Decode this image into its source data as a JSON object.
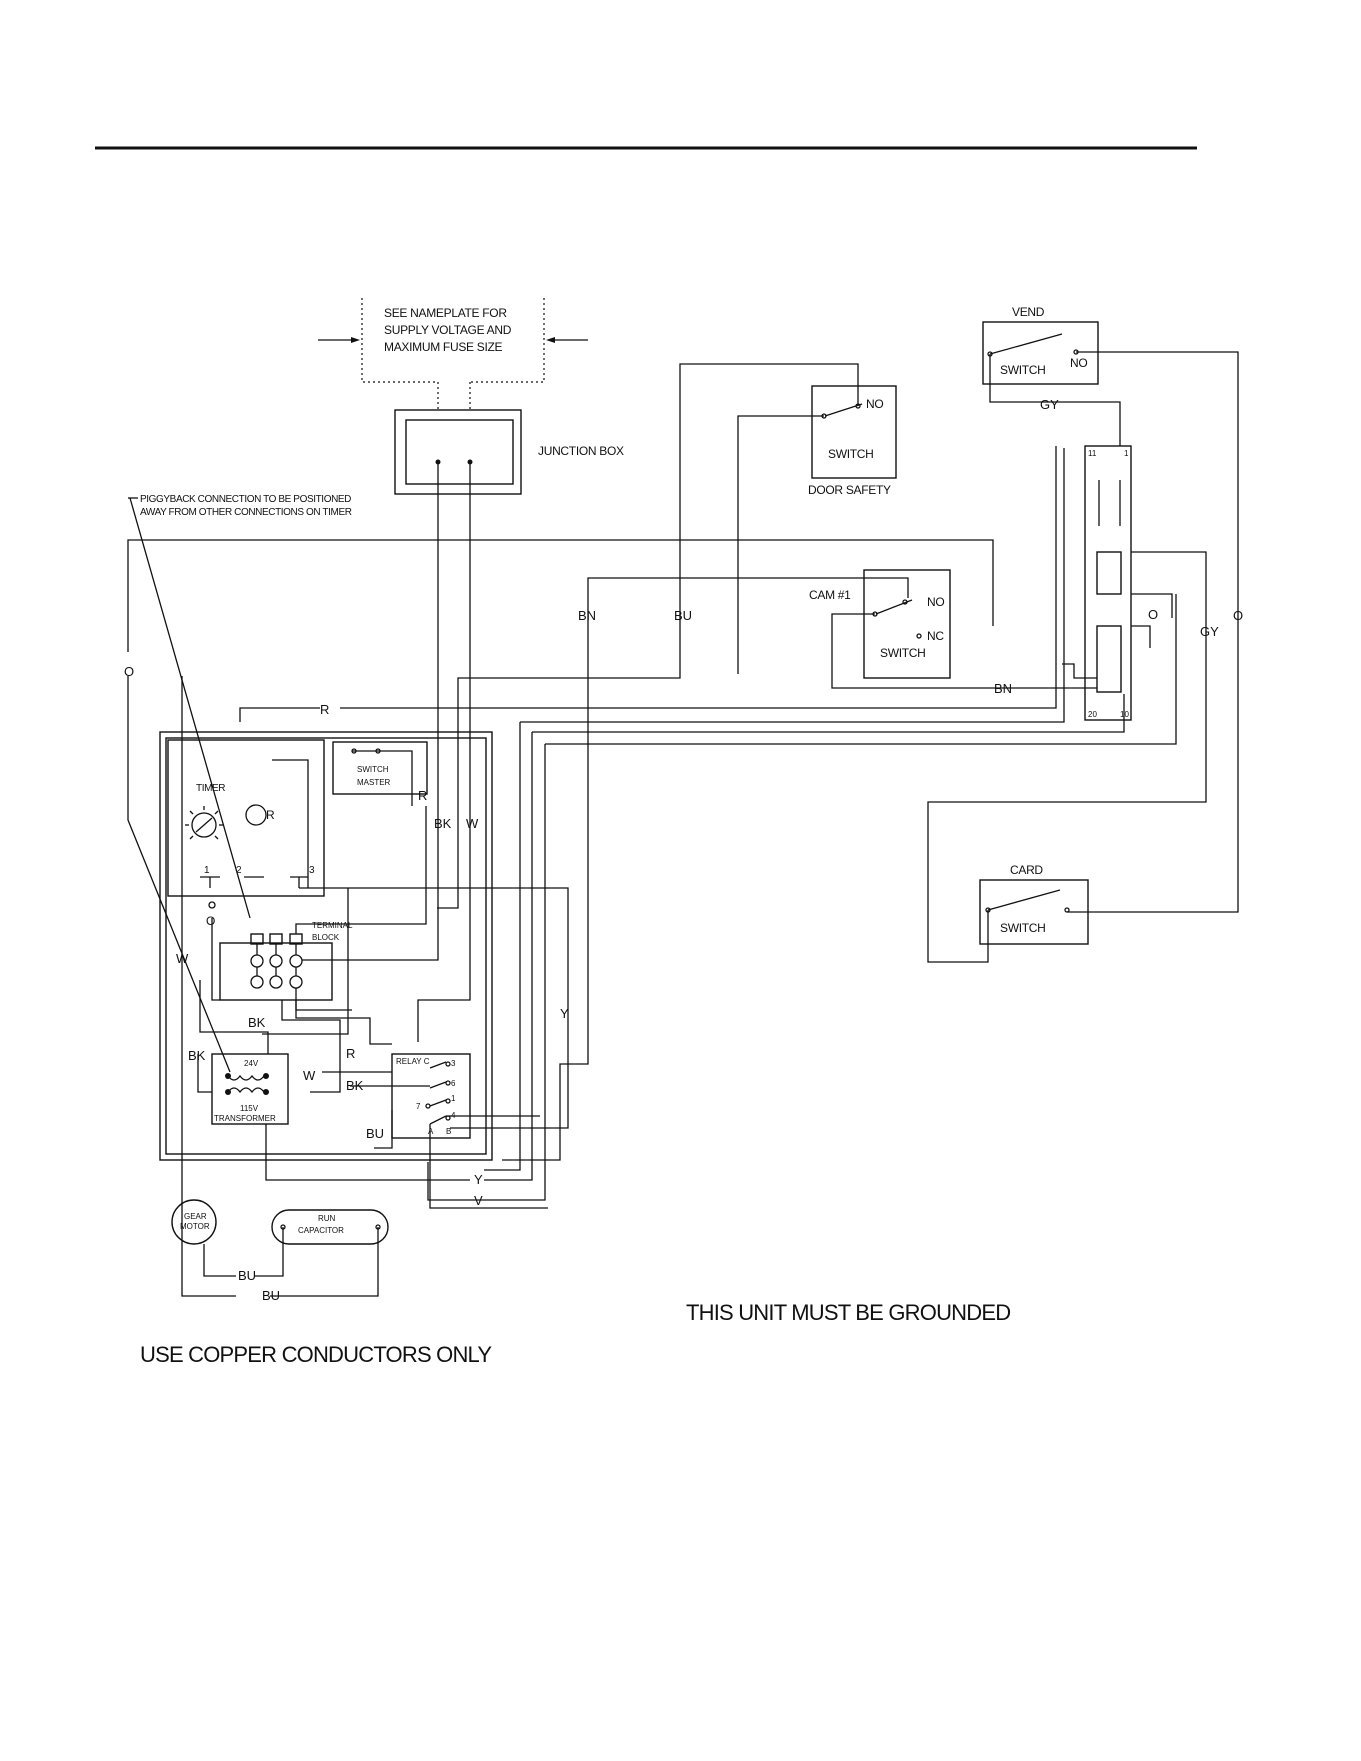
{
  "notes": {
    "nameplate_line1": "SEE NAMEPLATE FOR",
    "nameplate_line2": "SUPPLY VOLTAGE AND",
    "nameplate_line3": "MAXIMUM FUSE SIZE",
    "piggyback_line1": "PIGGYBACK CONNECTION TO BE POSITIONED",
    "piggyback_line2": "AWAY FROM OTHER CONNECTIONS ON TIMER",
    "ground": "THIS UNIT MUST BE GROUNDED",
    "copper": "USE COPPER CONDUCTORS ONLY"
  },
  "components": {
    "junction_box": "JUNCTION BOX",
    "vend_title": "VEND",
    "vend_switch": "SWITCH",
    "vend_no": "NO",
    "door_switch": "SWITCH",
    "door_no": "NO",
    "door_title": "DOOR SAFETY",
    "cam_title": "CAM #1",
    "cam_no": "NO",
    "cam_nc": "NC",
    "cam_switch": "SWITCH",
    "card_title": "CARD",
    "card_switch": "SWITCH",
    "timer": "TIMER",
    "timer_r": "R",
    "timer_t1": "1",
    "timer_t2": "2",
    "timer_t3": "3",
    "master_line1": "SWITCH",
    "master_line2": "MASTER",
    "terminal_line1": "TERMINAL",
    "terminal_line2": "BLOCK",
    "xfmr_24v": "24V",
    "xfmr_115v": "115V",
    "xfmr_name": "TRANSFORMER",
    "relay_title": "RELAY C",
    "relay_3": "3",
    "relay_6": "6",
    "relay_1": "1",
    "relay_7": "7",
    "relay_4": "4",
    "relay_a": "A",
    "relay_b": "B",
    "gear_line1": "GEAR",
    "gear_line2": "MOTOR",
    "cap_line1": "RUN",
    "cap_line2": "CAPACITOR",
    "conn_11": "11",
    "conn_1": "1",
    "conn_20": "20",
    "conn_10": "10"
  },
  "wires": {
    "gy_top": "GY",
    "gy_right": "GY",
    "o_right1": "O",
    "o_right2": "O",
    "o_left": "O",
    "o_timer": "O",
    "bn_left": "BN",
    "bu_mid": "BU",
    "bn_cam": "BN",
    "r_top": "R",
    "r_master": "R",
    "bk_master": "BK",
    "w_master": "W",
    "w_left": "W",
    "bk_term": "BK",
    "bk_xfmr": "BK",
    "w_xfmr": "W",
    "r_relay": "R",
    "bk_relay": "BK",
    "bu_relay": "BU",
    "y_right": "Y",
    "y_bottom": "Y",
    "v_bottom": "V",
    "bu_motor1": "BU",
    "bu_motor2": "BU"
  }
}
